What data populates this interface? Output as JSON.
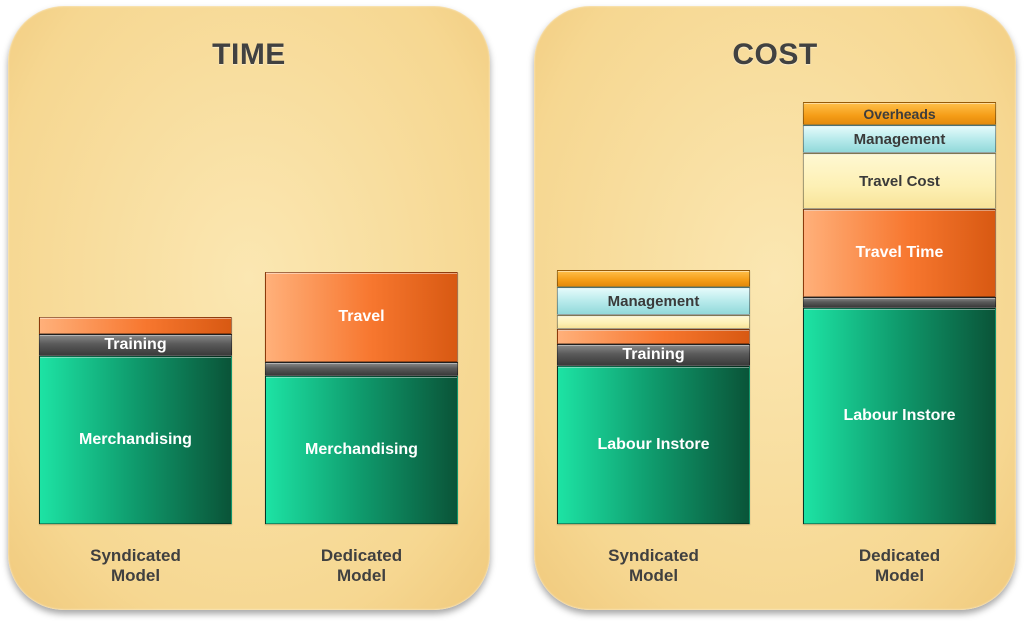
{
  "chart_data": [
    {
      "type": "bar",
      "stacked": true,
      "title": "TIME",
      "categories": [
        "Syndicated\nModel",
        "Dedicated\nModel"
      ],
      "series": [
        {
          "name": "Merchandising",
          "values": [
            168,
            148
          ]
        },
        {
          "name": "Training",
          "values": [
            22,
            14
          ]
        },
        {
          "name": "Travel",
          "values": [
            0,
            90
          ]
        },
        {
          "name": "",
          "values": [
            17,
            0
          ]
        }
      ],
      "ylim": [
        0,
        215
      ]
    },
    {
      "type": "bar",
      "stacked": true,
      "title": "COST",
      "categories": [
        "Syndicated\nModel",
        "Dedicated\nModel"
      ],
      "series": [
        {
          "name": "Labour Instore",
          "values": [
            158,
            216
          ]
        },
        {
          "name": "Training",
          "values": [
            22,
            11
          ]
        },
        {
          "name": "Travel Time",
          "values": [
            15,
            88
          ]
        },
        {
          "name": "Travel Cost",
          "values": [
            14,
            56
          ]
        },
        {
          "name": "Management",
          "values": [
            28,
            28
          ]
        },
        {
          "name": "Overheads",
          "values": [
            17,
            23
          ]
        }
      ],
      "ylim": [
        0,
        435
      ]
    }
  ]
}
